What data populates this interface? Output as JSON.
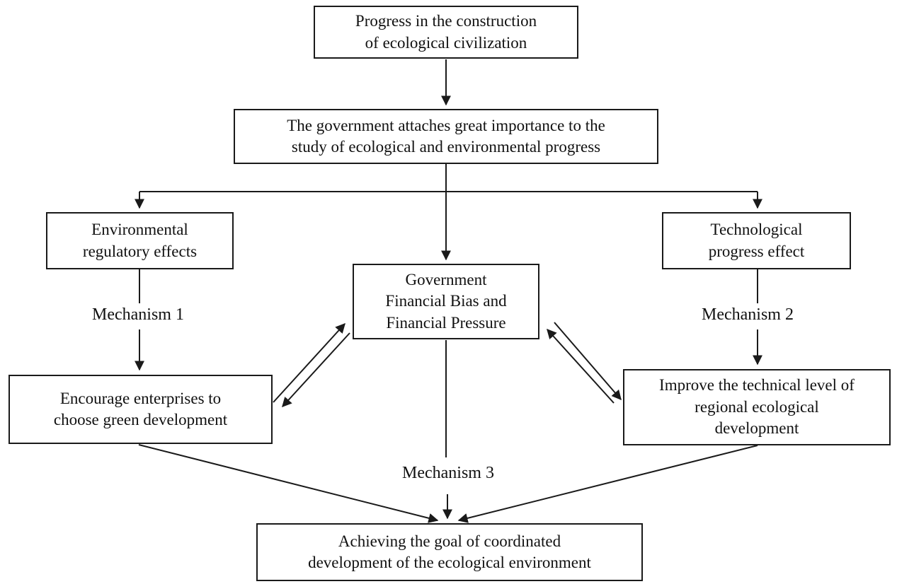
{
  "diagram": {
    "type": "flowchart",
    "background": "#ffffff",
    "line_color": "#1a1a1a",
    "text_color": "#111111",
    "nodes": [
      {
        "id": "ecological-civilization-progress",
        "lines": [
          "Progress in the construction",
          "of ecological civilization"
        ]
      },
      {
        "id": "government-attaches-importance",
        "lines": [
          "The government attaches great importance to the",
          "study of ecological and environmental progress"
        ]
      },
      {
        "id": "environmental-regulatory-effects",
        "lines": [
          "Environmental",
          "regulatory effects"
        ]
      },
      {
        "id": "government-financial-bias",
        "lines": [
          "Government",
          "Financial Bias and",
          "Financial Pressure"
        ]
      },
      {
        "id": "technological-progress-effect",
        "lines": [
          "Technological",
          "progress effect"
        ]
      },
      {
        "id": "encourage-green-development",
        "lines": [
          "Encourage enterprises to",
          "choose green development"
        ]
      },
      {
        "id": "improve-technical-level",
        "lines": [
          "Improve the technical level of",
          "regional ecological",
          "development"
        ]
      },
      {
        "id": "coordinated-development-goal",
        "lines": [
          "Achieving the goal of coordinated",
          "development of the ecological environment"
        ]
      }
    ],
    "edge_labels": [
      {
        "id": "mechanism-1",
        "text": "Mechanism 1"
      },
      {
        "id": "mechanism-2",
        "text": "Mechanism 2"
      },
      {
        "id": "mechanism-3",
        "text": "Mechanism 3"
      }
    ],
    "edges": [
      {
        "from": "ecological-civilization-progress",
        "to": "government-attaches-importance"
      },
      {
        "from": "government-attaches-importance",
        "to": "environmental-regulatory-effects"
      },
      {
        "from": "government-attaches-importance",
        "to": "government-financial-bias"
      },
      {
        "from": "government-attaches-importance",
        "to": "technological-progress-effect"
      },
      {
        "from": "environmental-regulatory-effects",
        "to": "encourage-green-development",
        "label": "Mechanism 1"
      },
      {
        "from": "technological-progress-effect",
        "to": "improve-technical-level",
        "label": "Mechanism 2"
      },
      {
        "from": "encourage-green-development",
        "to": "government-financial-bias",
        "bidirectional": true
      },
      {
        "from": "improve-technical-level",
        "to": "government-financial-bias",
        "bidirectional": true
      },
      {
        "from": "government-financial-bias",
        "to": "coordinated-development-goal",
        "label": "Mechanism 3"
      },
      {
        "from": "encourage-green-development",
        "to": "coordinated-development-goal"
      },
      {
        "from": "improve-technical-level",
        "to": "coordinated-development-goal"
      }
    ]
  }
}
